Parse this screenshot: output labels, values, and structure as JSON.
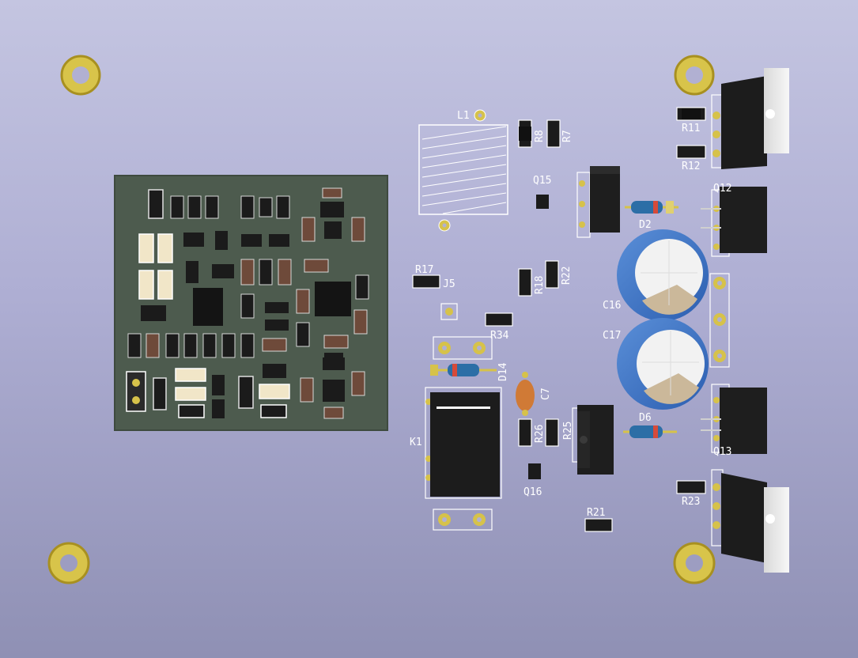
{
  "viewer": {
    "background_top": "#c4c5e1",
    "background_bottom": "#8f90b4",
    "silkscreen_color": "#ffffff",
    "pad_color": "#d6c24a",
    "subboard_color": "#4d5b4e"
  },
  "designators": {
    "L1": "L1",
    "R8": "R8",
    "R7": "R7",
    "R11": "R11",
    "R12": "R12",
    "Q15": "Q15",
    "D2": "D2",
    "Q12": "Q12",
    "R17": "R17",
    "J5": "J5",
    "R18": "R18",
    "R22": "R22",
    "C16": "C16",
    "C17": "C17",
    "R34": "R34",
    "D14": "D14",
    "C7": "C7",
    "K1": "K1",
    "R26": "R26",
    "R25": "R25",
    "D6": "D6",
    "Q13": "Q13",
    "Q16": "Q16",
    "R23": "R23",
    "R21": "R21"
  }
}
